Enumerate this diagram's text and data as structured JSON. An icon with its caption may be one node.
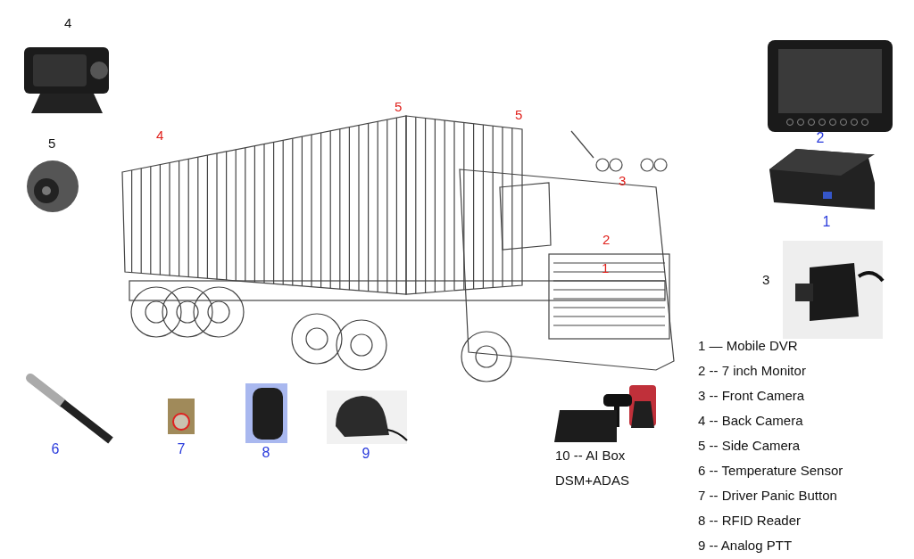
{
  "diagram": {
    "labels": [
      "4",
      "5",
      "5",
      "4",
      "2",
      "5",
      "3",
      "1",
      "2",
      "1",
      "3",
      "1 — Mobile DVR",
      "2 -- 7 inch Monitor",
      "3 -- Front Camera",
      "4 -- Back Camera",
      "6",
      "7",
      "8",
      "9",
      "10 -- AI Box",
      "5 -- Side Camera",
      "DSM+ADAS",
      "6 -- Temperature Sensor",
      "7 -- Driver Panic Button",
      "8 -- RFID Reader",
      "9 -- Analog PTT"
    ]
  }
}
